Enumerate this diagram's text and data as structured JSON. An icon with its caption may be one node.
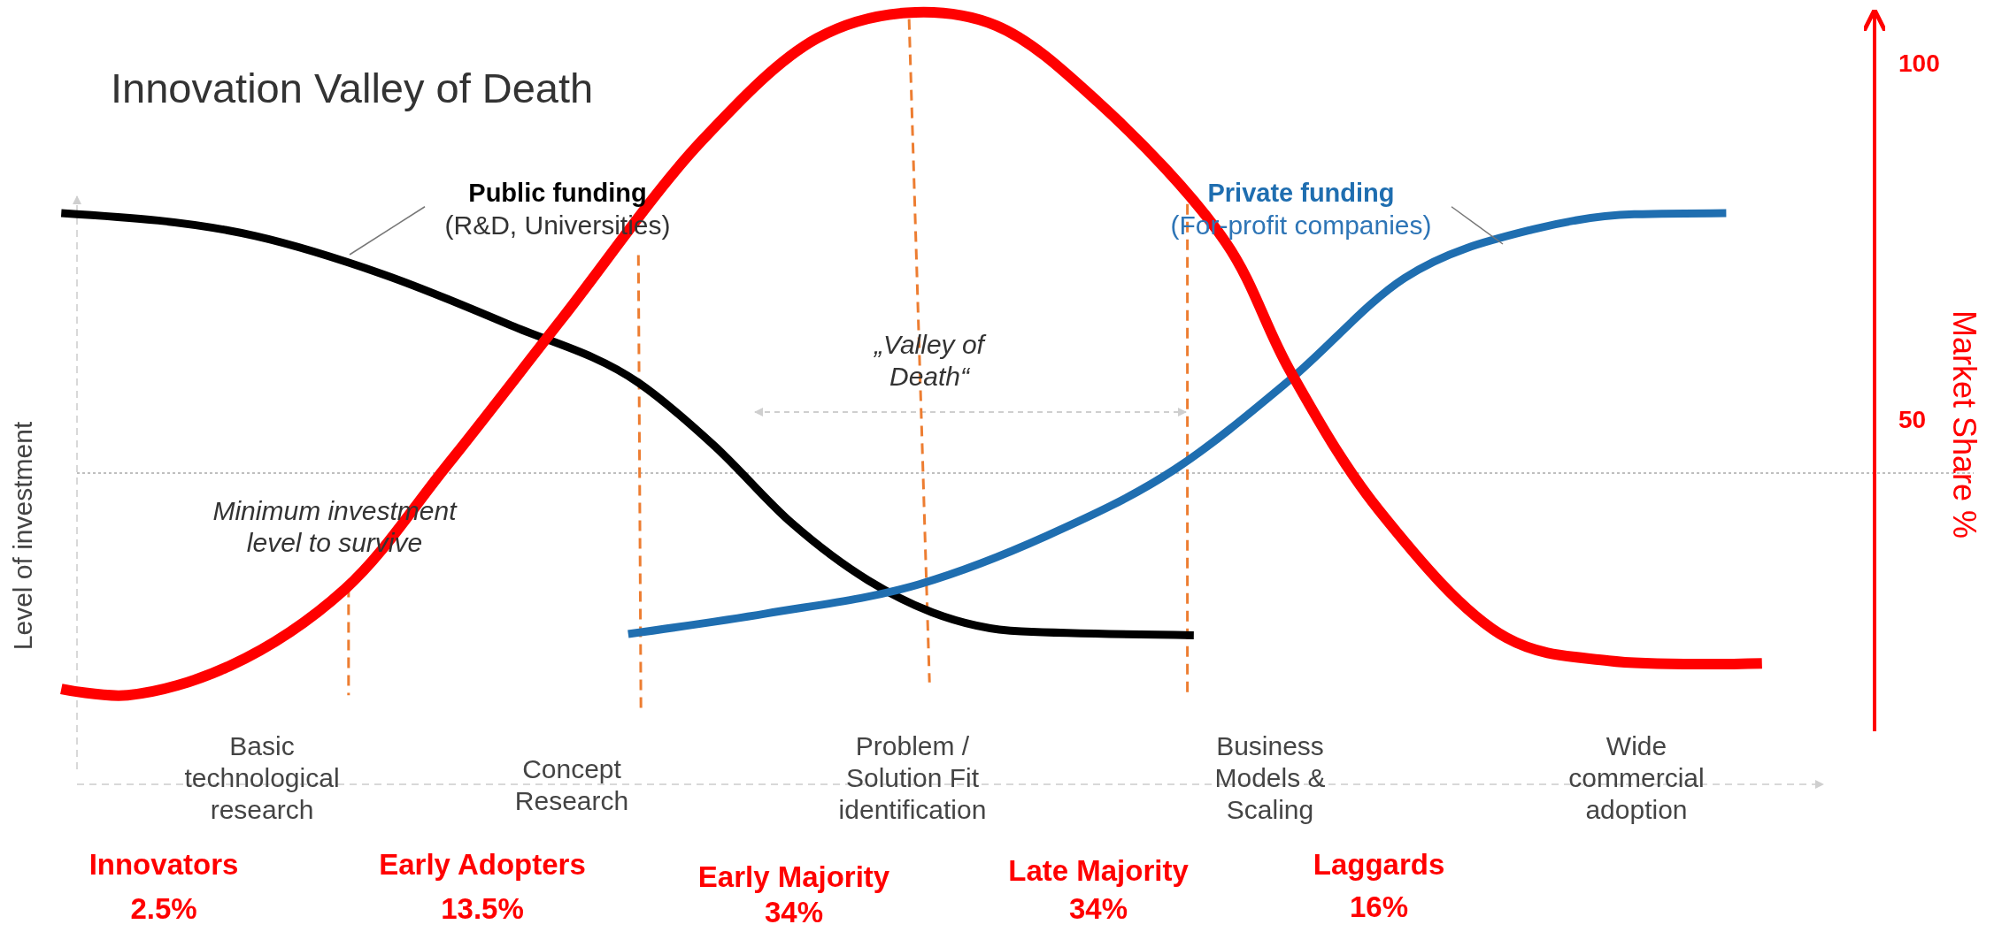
{
  "diagram": {
    "title": "Innovation Valley of Death",
    "nodes": [
      {
        "text": [
          "Public funding",
          "(R&D, Universities)"
        ]
      },
      {
        "text": [],
        "shape": "curve"
      },
      {
        "text": [
          "Private funding",
          "(For-profit companies)"
        ]
      },
      {
        "text": [],
        "shape": "curve"
      }
    ],
    "edges": [
      {
        "from": 0,
        "to": 1,
        "arrow": "none"
      },
      {
        "from": 2,
        "to": 3,
        "arrow": "none"
      }
    ],
    "labels": [
      "100",
      "Market Share %",
      "„Valley of Death“",
      "50",
      "Minimum investment level to survive",
      "Level of investment",
      "Basic technological research",
      "Concept Research",
      "Problem / Solution Fit identification",
      "Business Models & Scaling",
      "Wide commercial adoption",
      "Innovators",
      "2.5%",
      "Early Adopters",
      "13.5%",
      "Early Majority",
      "34%",
      "Late Majority",
      "34%",
      "Laggards",
      "16%"
    ]
  }
}
